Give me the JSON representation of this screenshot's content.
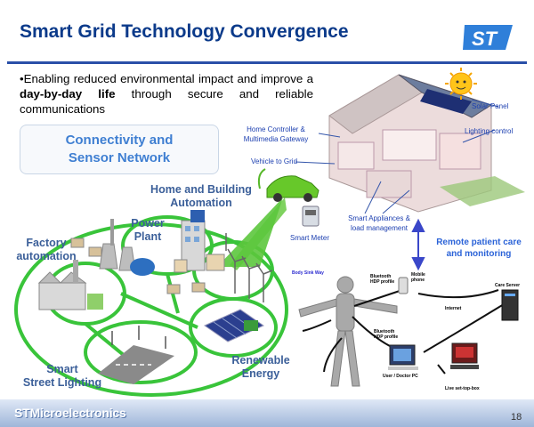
{
  "slide": {
    "title": "Smart Grid Technology Convergence",
    "bullet_pre": "•Enabling reduced environmental impact and improve a ",
    "bullet_bold": "day-by-day life",
    "bullet_post": " through secure and reliable communications",
    "connectivity_line1": "Connectivity and",
    "connectivity_line2": "Sensor Network",
    "home_building_1": "Home and Building",
    "home_building_2": "Automation",
    "power_plant_1": "Power",
    "power_plant_2": "Plant",
    "factory_1": "Factory",
    "factory_2": "automation",
    "renewable_1": "Renewable",
    "renewable_2": "Energy",
    "street_1": "Smart",
    "street_2": "Street Lighting",
    "solar_panel": "Solar Panel",
    "lighting_control": "Lighting control",
    "home_controller_1": "Home Controller  &",
    "home_controller_2": "Multimedia Gateway",
    "vehicle_to_grid": "Vehicle to Grid",
    "smart_meter": "Smart Meter",
    "smart_appliances_1": "Smart Appliances &",
    "smart_appliances_2": "load management",
    "remote_care_1": "Remote patient care",
    "remote_care_2": "and monitoring",
    "body_sensor": "Body Sink Way",
    "mobile_phone": "Mobile phone",
    "care_server": "Care Server",
    "internet": "Internet",
    "bluetooth_1": "Bluetooth HDP profile",
    "bluetooth_2": "Bluetooth HDP profile",
    "user_pc": "User / Doctor PC",
    "live_box": "Live set-top-box",
    "footer": "STMicroelectronics",
    "page_number": "18"
  },
  "colors": {
    "title": "#0b3a8a",
    "callout_text": "#3f7fd2",
    "label_text": "#3b5f99",
    "network_green": "#39c43a",
    "footer_top": "#dfe8f6",
    "footer_bottom": "#9fb6d9",
    "logo_blue": "#2f7fd9"
  },
  "icons": [
    "st-logo",
    "sun-icon",
    "car-icon",
    "smart-meter-icon",
    "human-figure-icon",
    "server-icon",
    "pc-icon",
    "set-top-box-icon",
    "mobile-phone-icon"
  ]
}
